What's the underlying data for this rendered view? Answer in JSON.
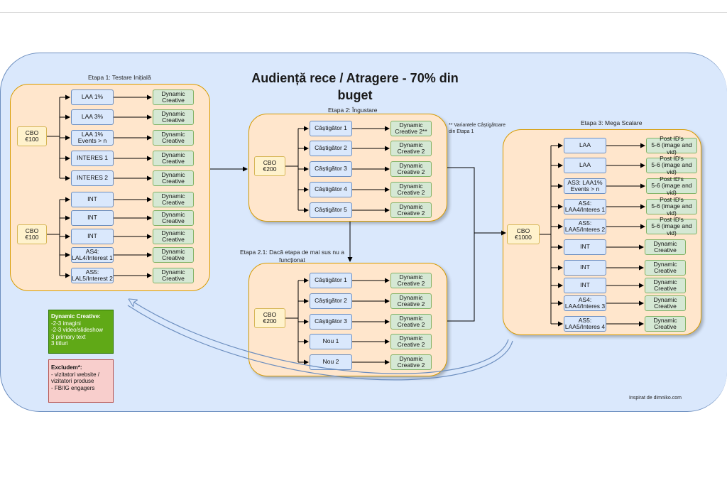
{
  "title": "Audiență rece / Atragere - 70% din buget",
  "stage1": {
    "label": "Etapa 1: Testare Inițială",
    "cbo_top": "CBO\n€100",
    "cbo_bottom": "CBO\n€100",
    "items_top": [
      "LAA 1%",
      "LAA 3%",
      "LAA 1%\nEvents > n",
      "INTERES 1",
      "INTERES 2"
    ],
    "items_bottom": [
      "INT",
      "INT",
      "INT",
      "AS4:\nLAL4/Interest 1",
      "AS5:\nLAL5/Interest 2"
    ],
    "creative": "Dynamic\nCreative"
  },
  "stage2": {
    "label": "Etapa 2: Îngustare",
    "cbo": "CBO\n€200",
    "items": [
      "Câștigător 1",
      "Câștigător 2",
      "Câștigător 3",
      "Câștigător 4",
      "Câștigător 5"
    ],
    "creatives": [
      "Dynamic\nCreative 2**",
      "Dynamic\nCreative 2",
      "Dynamic\nCreative 2",
      "Dynamic\nCreative 2",
      "Dynamic\nCreative 2"
    ],
    "note": "** Variantele Câștigătoare\ndin Etapa 1"
  },
  "stage21": {
    "label": "Etapa 2.1: Dacă etapa de mai sus nu a\nfuncționat",
    "cbo": "CBO\n€200",
    "items": [
      "Câștigător 1",
      "Câștigător 2",
      "Câștigător 3",
      "Nou 1",
      "Nou 2"
    ],
    "creative": "Dynamic\nCreative 2"
  },
  "stage3": {
    "label": "Etapa 3: Mega Scalare",
    "cbo": "CBO\n€1000",
    "items": [
      "LAA",
      "LAA",
      "AS3: LAA1%\nEvents > n",
      "AS4:\nLAA4/Interes 1",
      "AS5:\nLAA5/Interes 2",
      "INT",
      "INT",
      "INT",
      "AS4:\nLAA4/Interes 3",
      "AS5:\nLAA5/Interes 4"
    ],
    "post": "Post ID's\n5-6 (image and vid)",
    "creative": "Dynamic\nCreative"
  },
  "legend": {
    "dynamic_title": "Dynamic Creative:",
    "dynamic_lines": [
      "-2-3 imagini",
      "-2-3 video/slideshow",
      "3 primary text",
      "3 titluri"
    ],
    "exclude_title": "Excludem*:",
    "exclude_lines": [
      "- vizitatori website /",
      "vizitatori produse",
      "- FB/IG engagers"
    ]
  },
  "credit": "Inspirat de dimniko.com",
  "colors": {
    "canvas": "#dae8fc",
    "panel": "#ffe6cc",
    "panel_border": "#d79b00",
    "blue_box": "#dae8fc",
    "green_box": "#d5e8d4",
    "legend_green": "#60a917",
    "legend_red": "#f8cecc"
  }
}
